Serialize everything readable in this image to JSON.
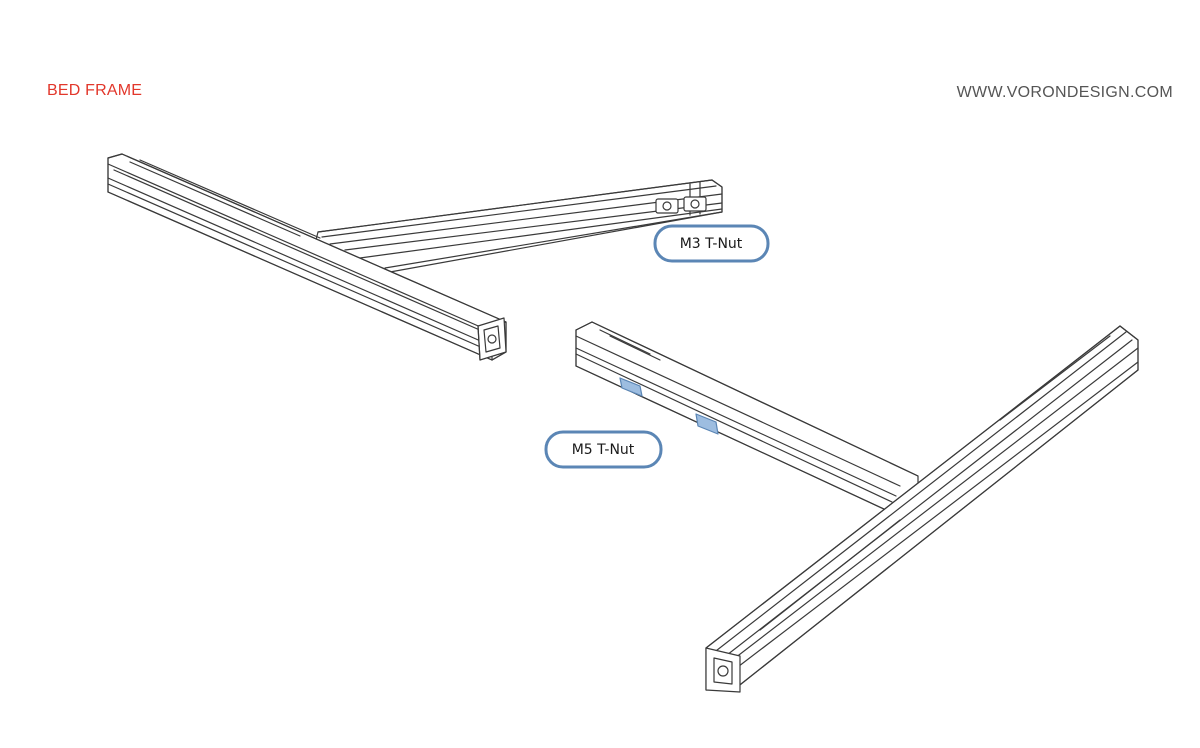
{
  "header": {
    "section_title": "BED FRAME",
    "website": "WWW.VORONDESIGN.COM"
  },
  "callouts": {
    "m3": {
      "label": "M3 T-Nut"
    },
    "m5": {
      "label": "M5 T-Nut"
    }
  },
  "colors": {
    "section_title": "#e2372b",
    "website": "#555555",
    "callout_border": "#5b86b5",
    "highlight_fill": "#9dbde0",
    "extrusion_line": "#3a3a3a"
  }
}
